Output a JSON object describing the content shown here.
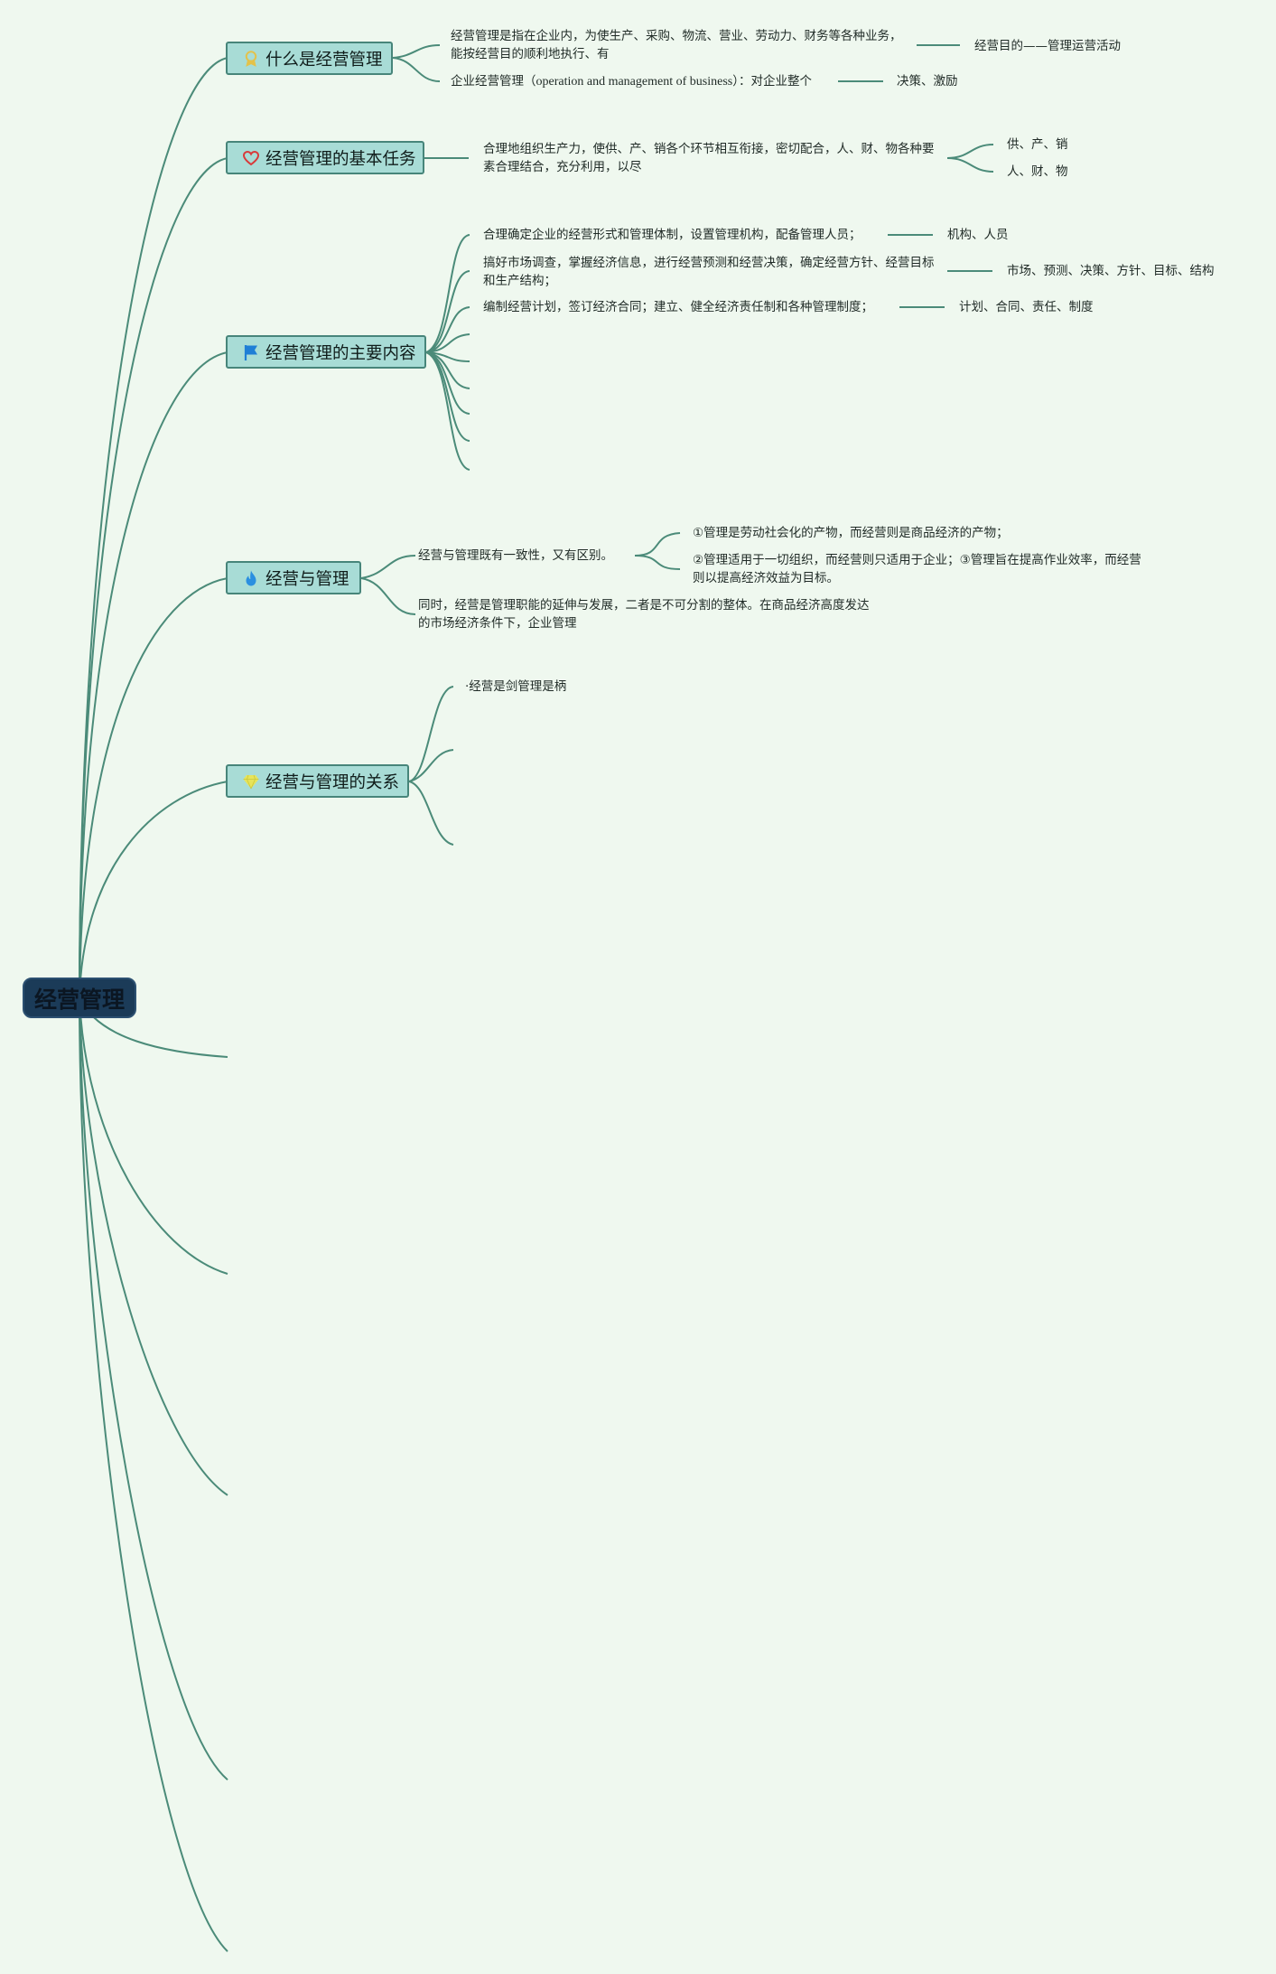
{
  "root": {
    "label": "经营管理"
  },
  "topics": [
    {
      "label": "什么是经营管理",
      "icon": "award-ribbon-icon",
      "icon_color": "#e3c24a",
      "details": [
        {
          "text": "经营管理是指在企业内，为使生产、采购、物流、营业、劳动力、财务等各种业务，能按经营目的顺利地执行、有",
          "note": "经营目的——管理运营活动"
        },
        {
          "text_prefix": "企业经营管理（",
          "text_en": "operation and management of business",
          "text_suffix": "）：对企业整个",
          "note": "决策、激励"
        }
      ]
    },
    {
      "label": "经营管理的基本任务",
      "icon": "heart-icon",
      "icon_color": "#d83a3a",
      "details": [
        {
          "text": "合理地组织生产力，使供、产、销各个环节相互衔接，密切配合，人、财、物各种要素合理结合，充分利用，以尽",
          "notes": [
            "供、产、销",
            "人、财、物"
          ]
        }
      ]
    },
    {
      "label": "经营管理的主要内容",
      "icon": "flag-icon",
      "icon_color": "#1f7fd6",
      "details": [
        {
          "text": "合理确定企业的经营形式和管理体制，设置管理机构，配备管理人员；",
          "note": "机构、人员"
        },
        {
          "text": "搞好市场调查，掌握经济信息，进行经营预测和经营决策，确定经营方针、经营目标和生产结构；",
          "note": "市场、预测、决策、方针、目标、结构"
        },
        {
          "text": "编制经营计划，签订经济合同；建立、健全经济责任制和各种管理制度；",
          "note": "计划、合同、责任、制度"
        }
      ]
    },
    {
      "label": "经营与管理",
      "icon": "flame-icon",
      "icon_color": "#2a8fe0",
      "details": [
        {
          "text": "经营与管理既有一致性，又有区别。",
          "subs": [
            "①管理是劳动社会化的产物，而经营则是商品经济的产物；",
            "②管理适用于一切组织，而经营则只适用于企业；③管理旨在提高作业效率，而经营则以提高经济效益为目标。"
          ]
        },
        {
          "text": "同时，经营是管理职能的延伸与发展，二者是不可分割的整体。在商品经济高度发达的市场经济条件下，企业管理"
        }
      ]
    },
    {
      "label": "经营与管理的关系",
      "icon": "gem-icon",
      "icon_color": "#e7e45a",
      "details": [
        {
          "text": "·经营是剑管理是柄"
        }
      ]
    }
  ]
}
